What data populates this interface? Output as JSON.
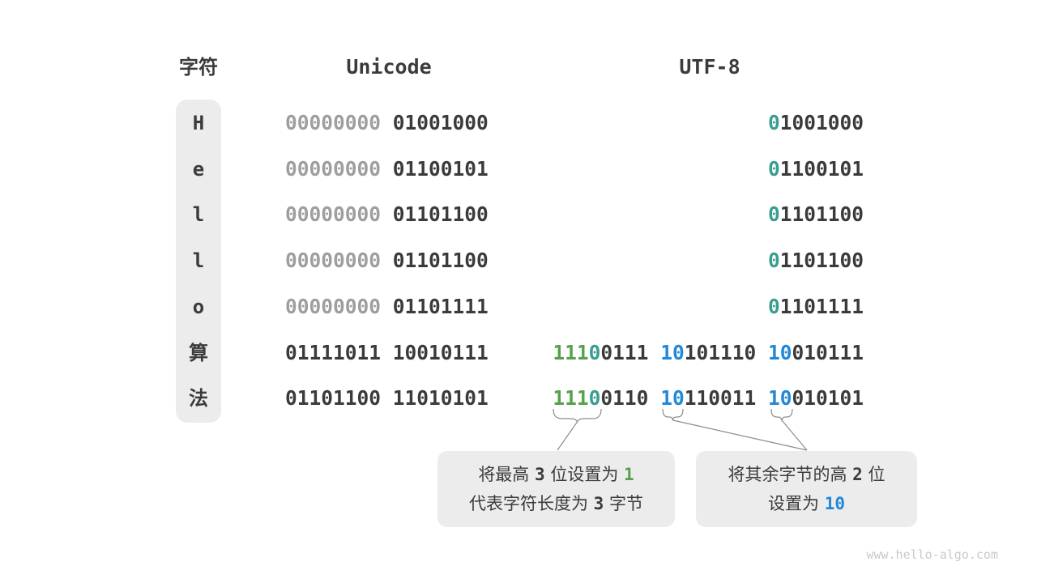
{
  "headers": {
    "char": "字符",
    "unicode": "Unicode",
    "utf8": "UTF-8"
  },
  "colors": {
    "dark_text": "#3B3B3B",
    "gray_leading_zeros": "#9E9E9E",
    "teal_prefix": "#399E8F",
    "green_prefix": "#58A04E",
    "blue_prefix": "#2189D9",
    "box_background": "#ECECEC",
    "connector_line": "#8C8C8C"
  },
  "table": {
    "rows": [
      {
        "char": "H",
        "unicode": [
          {
            "t": "00000000",
            "c": "gray"
          },
          {
            "t": " 01001000",
            "c": "dark"
          }
        ],
        "utf8": [
          {
            "t": "0",
            "c": "teal"
          },
          {
            "t": "1001000",
            "c": "dark"
          }
        ]
      },
      {
        "char": "e",
        "unicode": [
          {
            "t": "00000000",
            "c": "gray"
          },
          {
            "t": " 01100101",
            "c": "dark"
          }
        ],
        "utf8": [
          {
            "t": "0",
            "c": "teal"
          },
          {
            "t": "1100101",
            "c": "dark"
          }
        ]
      },
      {
        "char": "l",
        "unicode": [
          {
            "t": "00000000",
            "c": "gray"
          },
          {
            "t": " 01101100",
            "c": "dark"
          }
        ],
        "utf8": [
          {
            "t": "0",
            "c": "teal"
          },
          {
            "t": "1101100",
            "c": "dark"
          }
        ]
      },
      {
        "char": "l",
        "unicode": [
          {
            "t": "00000000",
            "c": "gray"
          },
          {
            "t": " 01101100",
            "c": "dark"
          }
        ],
        "utf8": [
          {
            "t": "0",
            "c": "teal"
          },
          {
            "t": "1101100",
            "c": "dark"
          }
        ]
      },
      {
        "char": "o",
        "unicode": [
          {
            "t": "00000000",
            "c": "gray"
          },
          {
            "t": " 01101111",
            "c": "dark"
          }
        ],
        "utf8": [
          {
            "t": "0",
            "c": "teal"
          },
          {
            "t": "1101111",
            "c": "dark"
          }
        ]
      },
      {
        "char": "算",
        "unicode": [
          {
            "t": "01111011 10010111",
            "c": "dark"
          }
        ],
        "utf8": [
          {
            "t": "111",
            "c": "green"
          },
          {
            "t": "0",
            "c": "teal"
          },
          {
            "t": "0111 ",
            "c": "dark"
          },
          {
            "t": "10",
            "c": "blue"
          },
          {
            "t": "101110 ",
            "c": "dark"
          },
          {
            "t": "10",
            "c": "blue"
          },
          {
            "t": "010111",
            "c": "dark"
          }
        ]
      },
      {
        "char": "法",
        "unicode": [
          {
            "t": "01101100 11010101",
            "c": "dark"
          }
        ],
        "utf8": [
          {
            "t": "111",
            "c": "green"
          },
          {
            "t": "0",
            "c": "teal"
          },
          {
            "t": "0110 ",
            "c": "dark"
          },
          {
            "t": "10",
            "c": "blue"
          },
          {
            "t": "110011 ",
            "c": "dark"
          },
          {
            "t": "10",
            "c": "blue"
          },
          {
            "t": "010101",
            "c": "dark"
          }
        ]
      }
    ]
  },
  "callouts": [
    {
      "lines": [
        [
          {
            "t": "将最高 ",
            "c": "cjk"
          },
          {
            "t": "3",
            "c": "num"
          },
          {
            "t": " 位设置为 ",
            "c": "cjk"
          },
          {
            "t": "1",
            "c": "green"
          }
        ],
        [
          {
            "t": "代表字符长度为 ",
            "c": "cjk"
          },
          {
            "t": "3",
            "c": "num"
          },
          {
            "t": " 字节",
            "c": "cjk"
          }
        ]
      ]
    },
    {
      "lines": [
        [
          {
            "t": "将其余字节的高 ",
            "c": "cjk"
          },
          {
            "t": "2",
            "c": "num"
          },
          {
            "t": " 位",
            "c": "cjk"
          }
        ],
        [
          {
            "t": "设置为 ",
            "c": "cjk"
          },
          {
            "t": "10",
            "c": "blue"
          }
        ]
      ]
    }
  ],
  "watermark": "www.hello-algo.com"
}
